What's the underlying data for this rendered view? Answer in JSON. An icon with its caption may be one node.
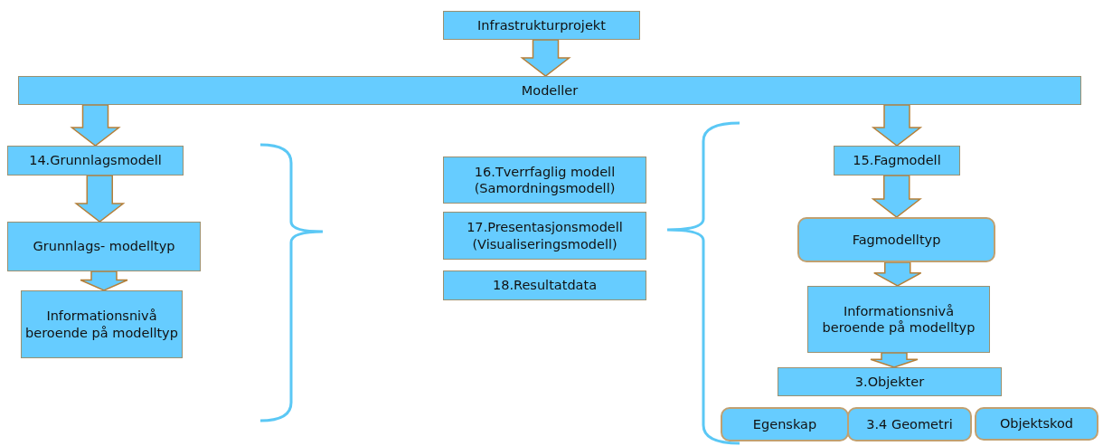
{
  "diagram": {
    "nodes": [
      {
        "text": [
          "Infrastrukturprojekt"
        ]
      },
      {
        "text": [
          "Modeller"
        ]
      },
      {
        "text": [
          "14.Grunnlagsmodell"
        ]
      },
      {
        "text": [
          "Grunnlags- modelltyp"
        ]
      },
      {
        "text": [
          "Informationsnivå beroende på modelltyp"
        ]
      },
      {
        "text": [
          "16.Tverrfaglig modell (Samordningsmodell)"
        ]
      },
      {
        "text": [
          "17.Presentasjonsmodell (Visualiseringsmodell)"
        ]
      },
      {
        "text": [
          "18.Resultatdata"
        ]
      },
      {
        "text": [
          "15.Fagmodell"
        ]
      },
      {
        "text": [
          "Fagmodelltyp"
        ]
      },
      {
        "text": [
          "Informationsnivå beroende på modelltyp"
        ]
      },
      {
        "text": [
          "3.Objekter"
        ]
      },
      {
        "text": [
          "Egenskap"
        ]
      },
      {
        "text": [
          "3.4 Geometri"
        ]
      },
      {
        "text": [
          "Objektskod"
        ]
      }
    ],
    "edges": [
      {
        "from": 0,
        "to": 1,
        "arrow": "to"
      },
      {
        "from": 1,
        "to": 2,
        "arrow": "to"
      },
      {
        "from": 2,
        "to": 3,
        "arrow": "to"
      },
      {
        "from": 3,
        "to": 4,
        "arrow": "to"
      },
      {
        "from": 1,
        "to": 8,
        "arrow": "to"
      },
      {
        "from": 8,
        "to": 9,
        "arrow": "to"
      },
      {
        "from": 9,
        "to": 10,
        "arrow": "to"
      },
      {
        "from": 10,
        "to": 11,
        "arrow": "to"
      }
    ]
  }
}
